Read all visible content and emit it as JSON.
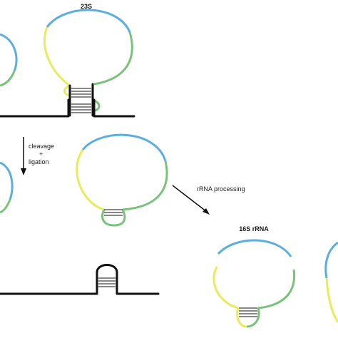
{
  "labels": {
    "top_title": "23S",
    "step_cleavage_line1": "cleavage",
    "step_cleavage_line2": "+",
    "step_cleavage_line3": "ligation",
    "step_processing": "rRNA processing",
    "bottom_title": "16S rRNA"
  },
  "colors": {
    "blue_segment": "#5aaee0",
    "yellow_segment": "#e8ec5a",
    "green_segment": "#79c27a",
    "black": "#111111"
  }
}
